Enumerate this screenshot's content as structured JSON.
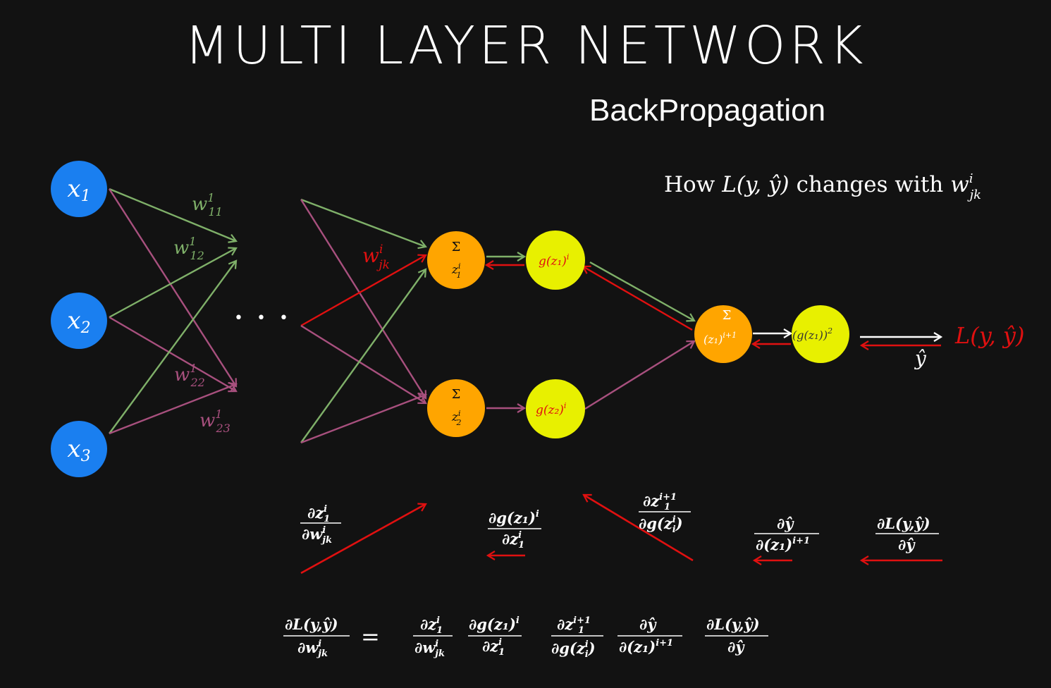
{
  "title": "MULTI LAYER NETWORK",
  "subtitle": "BackPropagation",
  "caption": {
    "prefix": "How",
    "expr": "L(y, ŷ)",
    "mid": "changes with",
    "w": "w",
    "sup": "i",
    "sub": "jk"
  },
  "inputs": [
    {
      "base": "x",
      "sub": "1"
    },
    {
      "base": "x",
      "sub": "2"
    },
    {
      "base": "x",
      "sub": "3"
    }
  ],
  "weights": [
    {
      "base": "w",
      "sup": "1",
      "sub": "11",
      "color": "#7fb069"
    },
    {
      "base": "w",
      "sup": "1",
      "sub": "12",
      "color": "#7fb069"
    },
    {
      "base": "w",
      "sup": "1",
      "sub": "22",
      "color": "#a8507e"
    },
    {
      "base": "w",
      "sup": "1",
      "sub": "23",
      "color": "#a8507e"
    },
    {
      "base": "w",
      "sup": "i",
      "sub": "jk",
      "color": "#e01010"
    }
  ],
  "ellipsis": "• • •",
  "nodes": {
    "sum1": {
      "sym": "Σ",
      "base": "z",
      "sub": "1",
      "sup": "i"
    },
    "sum2": {
      "sym": "Σ",
      "base": "z",
      "sub": "2",
      "sup": "i"
    },
    "act1": {
      "text": "g(z₁)",
      "sup": "i"
    },
    "act2": {
      "text": "g(z₂)",
      "sup": "i"
    },
    "sum3": {
      "sym": "Σ",
      "text": "(z₁)",
      "sup": "i+1"
    },
    "act3": {
      "text": "(g(z₁))",
      "sup": "2"
    }
  },
  "output": {
    "yhat": "ŷ",
    "loss": "L(y, ŷ)"
  },
  "derivatives": [
    {
      "num": "∂z",
      "num_sup": "i",
      "num_sub": "1",
      "den": "∂w",
      "den_sup": "i",
      "den_sub": "jk"
    },
    {
      "num": "∂g(z₁)",
      "num_sup": "i",
      "num_sub": "",
      "den": "∂z",
      "den_sup": "i",
      "den_sub": "1"
    },
    {
      "num": "∂z",
      "num_sup": "i+1",
      "num_sub": "1",
      "den": "∂g(z",
      "den_sup": "i",
      "den_sub": "i",
      "den_tail": ")"
    },
    {
      "num": "∂ŷ",
      "num_sup": "",
      "num_sub": "",
      "den": "∂(z₁)",
      "den_sup": "i+1",
      "den_sub": ""
    },
    {
      "num": "∂L(y,ŷ)",
      "num_sup": "",
      "num_sub": "",
      "den": "∂ŷ",
      "den_sup": "",
      "den_sub": ""
    }
  ],
  "equation": {
    "lhs_num": "∂L(y,ŷ)",
    "lhs_den": "∂w",
    "lhs_den_sup": "i",
    "lhs_den_sub": "jk",
    "equals": "="
  },
  "colors": {
    "input": "#1a7ff0",
    "sum": "#ffa500",
    "act": "#e8f000",
    "green": "#7fb069",
    "purple": "#a8507e",
    "red": "#e01010",
    "white": "#ffffff"
  }
}
